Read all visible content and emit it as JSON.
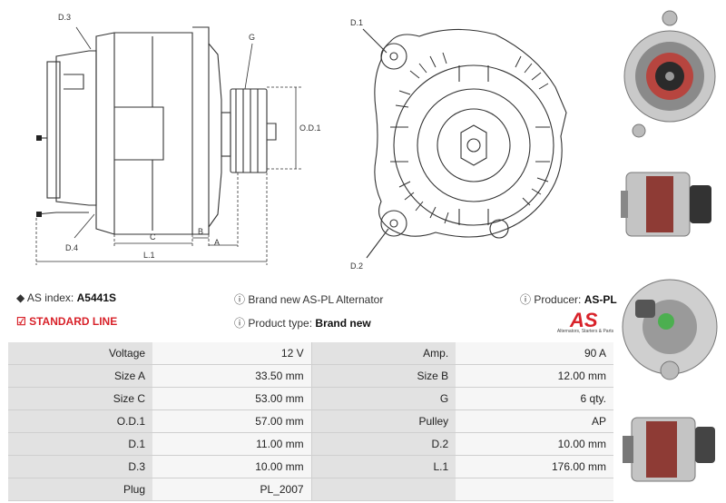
{
  "drawing": {
    "side_labels": {
      "d3": "D.3",
      "g": "G",
      "od1": "O.D.1",
      "d4": "D.4",
      "c": "C",
      "b": "B",
      "a": "A",
      "l1": "L.1"
    },
    "front_labels": {
      "d1": "D.1",
      "d2": "D.2"
    }
  },
  "info": {
    "as_index_label": "AS index:",
    "as_index_value": "A5441S",
    "standard_line": "STANDARD LINE",
    "brand_new_text": "Brand new AS-PL Alternator",
    "product_type_label": "Product type:",
    "product_type_value": "Brand new",
    "producer_label": "Producer:",
    "producer_value": "AS-PL",
    "logo_text": "AS",
    "logo_tagline": "Alternators, Starters & Parts"
  },
  "specs": [
    {
      "l1": "Voltage",
      "v1": "12 V",
      "l2": "Amp.",
      "v2": "90 A"
    },
    {
      "l1": "Size A",
      "v1": "33.50 mm",
      "l2": "Size B",
      "v2": "12.00 mm"
    },
    {
      "l1": "Size C",
      "v1": "53.00 mm",
      "l2": "G",
      "v2": "6 qty."
    },
    {
      "l1": "O.D.1",
      "v1": "57.00 mm",
      "l2": "Pulley",
      "v2": "AP"
    },
    {
      "l1": "D.1",
      "v1": "11.00 mm",
      "l2": "D.2",
      "v2": "10.00 mm"
    },
    {
      "l1": "D.3",
      "v1": "10.00 mm",
      "l2": "L.1",
      "v2": "176.00 mm"
    },
    {
      "l1": "Plug",
      "v1": "PL_2007",
      "l2": "",
      "v2": ""
    }
  ],
  "colors": {
    "accent": "#d8222a",
    "label_bg": "#e2e2e2",
    "value_bg": "#f6f6f6"
  },
  "icons": [
    "tag-icon",
    "check-square-icon",
    "info-icon"
  ]
}
